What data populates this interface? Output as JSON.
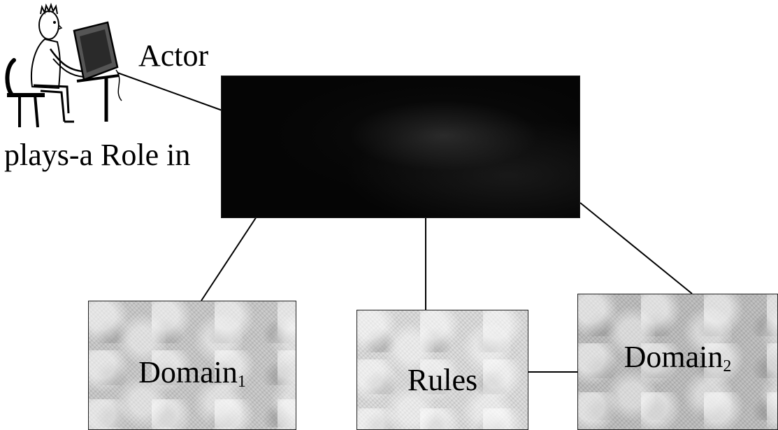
{
  "actor": {
    "label": "Actor",
    "figure_icon": "person-at-computer-icon"
  },
  "role": {
    "label": "plays-a Role in"
  },
  "boxes": {
    "domain1": {
      "label": "Domain",
      "subscript": "1"
    },
    "rules": {
      "label": "Rules"
    },
    "domain2": {
      "label": "Domain",
      "subscript": "2"
    }
  },
  "colors": {
    "role_box": "#050505",
    "domain_boxes": "#c8c8c8",
    "rules_box": "#dcdcdc",
    "lines": "#000000"
  }
}
